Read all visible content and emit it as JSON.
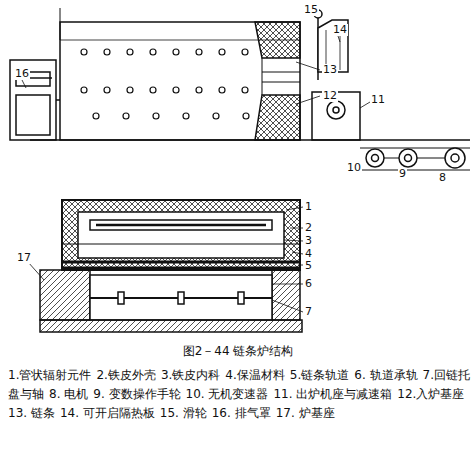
{
  "diagram": {
    "caption": "图2－44 链条炉结构",
    "labels": [
      "15",
      "14",
      "13",
      "12",
      "11",
      "16",
      "10",
      "9",
      "8",
      "1",
      "2",
      "3",
      "4",
      "5",
      "6",
      "7",
      "17",
      "1.管状辐射元件",
      "2.铁皮外壳",
      "3.铁皮内科",
      "4.保温材料",
      "5.链条轨道",
      "6. 轨道承轨",
      "7.回链托盘与轴",
      "8. 电机",
      "9. 变数操作手轮",
      "10. 无机变速器",
      "11. 出炉机座与减速箱",
      "12.入炉基座",
      "13. 链条",
      "14. 可开启隔热板",
      "15. 滑轮",
      "16. 排气罩",
      "17. 炉基座"
    ]
  }
}
